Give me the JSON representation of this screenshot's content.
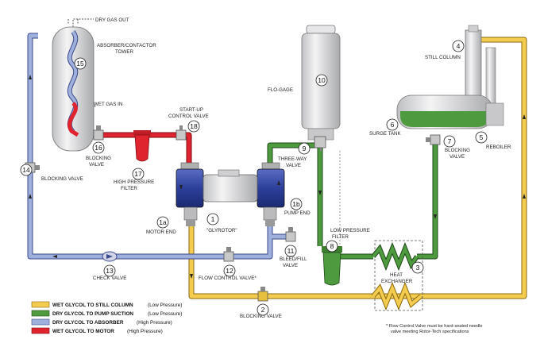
{
  "colors": {
    "wet_glycol_still": "#f4cc50",
    "dry_glycol_pump": "#4e9a3e",
    "dry_glycol_absorber": "#9fb0dd",
    "wet_glycol_motor": "#e0242f",
    "equipment_blue": "#2c3f9a",
    "vessel_grey": "#d9dadc"
  },
  "labels": {
    "dry_gas_out": "DRY GAS OUT",
    "absorber_line1": "ABSORBER/CONTACTOR",
    "absorber_line2": "TOWER",
    "wet_gas_in": "WET GAS IN",
    "startup_line1": "START-UP",
    "startup_line2": "CONTROL VALVE",
    "blocking_valve_16a": "BLOCKING",
    "blocking_valve_16b": "VALVE",
    "hp_filter_a": "HIGH PRESSURE",
    "hp_filter_b": "FILTER",
    "blocking_valve_14": "BLOCKING VALVE",
    "motor_end": "MOTOR END",
    "glyrotor": "\"GLYROTOR\"",
    "pump_end": "PUMP END",
    "check_valve": "CHECK VALVE",
    "flow_control_valve": "FLOW CONTROL VALVE*",
    "bleed_fill_a": "BLEED/FILL",
    "bleed_fill_b": "VALVE",
    "lp_filter_a": "LOW PRESSURE",
    "lp_filter_b": "FILTER",
    "three_way_a": "THREE-WAY",
    "three_way_b": "VALVE",
    "flo_gage": "FLO-GAGE",
    "still_column": "STILL COLUMN",
    "surge_tank": "SURGE TANK",
    "reboiler": "REBOILER",
    "blocking_valve_7a": "BLOCKING",
    "blocking_valve_7b": "VALVE",
    "heat_exchanger_a": "HEAT",
    "heat_exchanger_b": "EXCHANGER",
    "blocking_valve_2": "BLOCKING VALVE"
  },
  "numbers": {
    "n1": "1",
    "n1a": "1a",
    "n1b": "1b",
    "n2": "2",
    "n3": "3",
    "n4": "4",
    "n5": "5",
    "n6": "6",
    "n7": "7",
    "n8": "8",
    "n9": "9",
    "n10": "10",
    "n11": "11",
    "n12": "12",
    "n13": "13",
    "n14": "14",
    "n15": "15",
    "n16": "16",
    "n17": "17",
    "n18": "18"
  },
  "legend": [
    {
      "name": "WET GLYCOL TO STILL COLUMN",
      "note": "(Low Pressure)",
      "color": "#f4cc50"
    },
    {
      "name": "DRY GLYCOL TO PUMP SUCTION",
      "note": "(Low Pressure)",
      "color": "#4e9a3e"
    },
    {
      "name": "DRY GLYCOL TO ABSORBER",
      "note": "(High Pressure)",
      "color": "#9fb0dd"
    },
    {
      "name": "WET GLYCOL TO MOTOR",
      "note": "(High Pressure)",
      "color": "#e0242f"
    }
  ],
  "footnote": {
    "line1": "* Flow Control Valve must be hard-seated needle",
    "line2": "valve meeting Rotor-Tech specifications"
  }
}
